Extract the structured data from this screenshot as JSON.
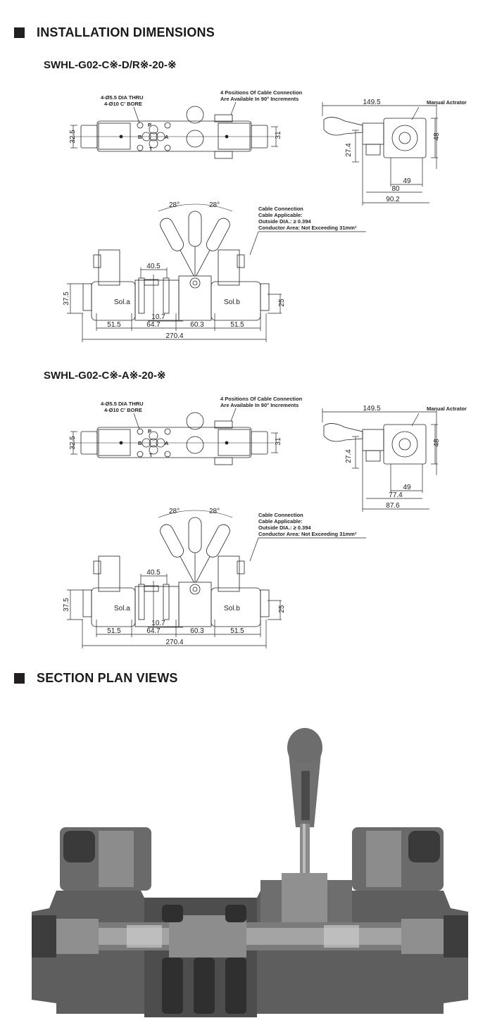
{
  "sections": {
    "installation_title": "INSTALLATION DIMENSIONS",
    "section_title": "SECTION PLAN VIEWS"
  },
  "variants": [
    {
      "model": "SWHL-G02-C※-D/R※-20-※",
      "top": {
        "note1": "4-Ø5.5  DIA THRU",
        "note2": "4-Ø10  C' BORE",
        "cable1": "4 Positions Of Cable Connection",
        "cable2": "Are Available In 90° Increments",
        "dim_left": "32.5",
        "dim_right": "31",
        "port_p": "P",
        "port_a": "A",
        "port_b": "B",
        "port_t": "T"
      },
      "side": {
        "width": "149.5",
        "manual": "Manual Actrator",
        "h48": "48",
        "h27": "27.4",
        "d1": "49",
        "d2": "80",
        "d3": "90.2"
      },
      "front": {
        "angle_l": "28°",
        "angle_r": "28°",
        "cable": [
          "Cable Connection",
          "Cable Applicable:",
          "Outside DIA.:  ≥ 0.394",
          "Conductor Area: Not Exceeding 31mm²"
        ],
        "d405": "40.5",
        "sola": "Sol.a",
        "solb": "Sol.b",
        "h375": "37.5",
        "h25": "25",
        "d107": "10.7",
        "b1": "51.5",
        "b2": "64.7",
        "b3": "60.3",
        "b4": "51.5",
        "total": "270.4"
      }
    },
    {
      "model": "SWHL-G02-C※-A※-20-※",
      "top": {
        "note1": "4-Ø5.5  DIA THRU",
        "note2": "4-Ø10  C' BORE",
        "cable1": "4 Positions Of Cable Connection",
        "cable2": "Are Available In 90° Increments",
        "dim_left": "32.5",
        "dim_right": "31",
        "port_p": "P",
        "port_a": "A",
        "port_b": "B",
        "port_t": "T"
      },
      "side": {
        "width": "149.5",
        "manual": "Manual Actrator",
        "h48": "48",
        "h27": "27.4",
        "d1": "49",
        "d2": "77.4",
        "d3": "87.6"
      },
      "front": {
        "angle_l": "28°",
        "angle_r": "28°",
        "cable": [
          "Cable Connection",
          "Cable Applicable:",
          "Outside DIA.:  ≥ 0.394",
          "Conductor Area: Not Exceeding 31mm²"
        ],
        "d405": "40.5",
        "sola": "Sol.a",
        "solb": "Sol.b",
        "h375": "37.5",
        "h25": "25",
        "d107": "10.7",
        "b1": "51.5",
        "b2": "64.7",
        "b3": "60.3",
        "b4": "51.5",
        "total": "270.4"
      }
    }
  ]
}
